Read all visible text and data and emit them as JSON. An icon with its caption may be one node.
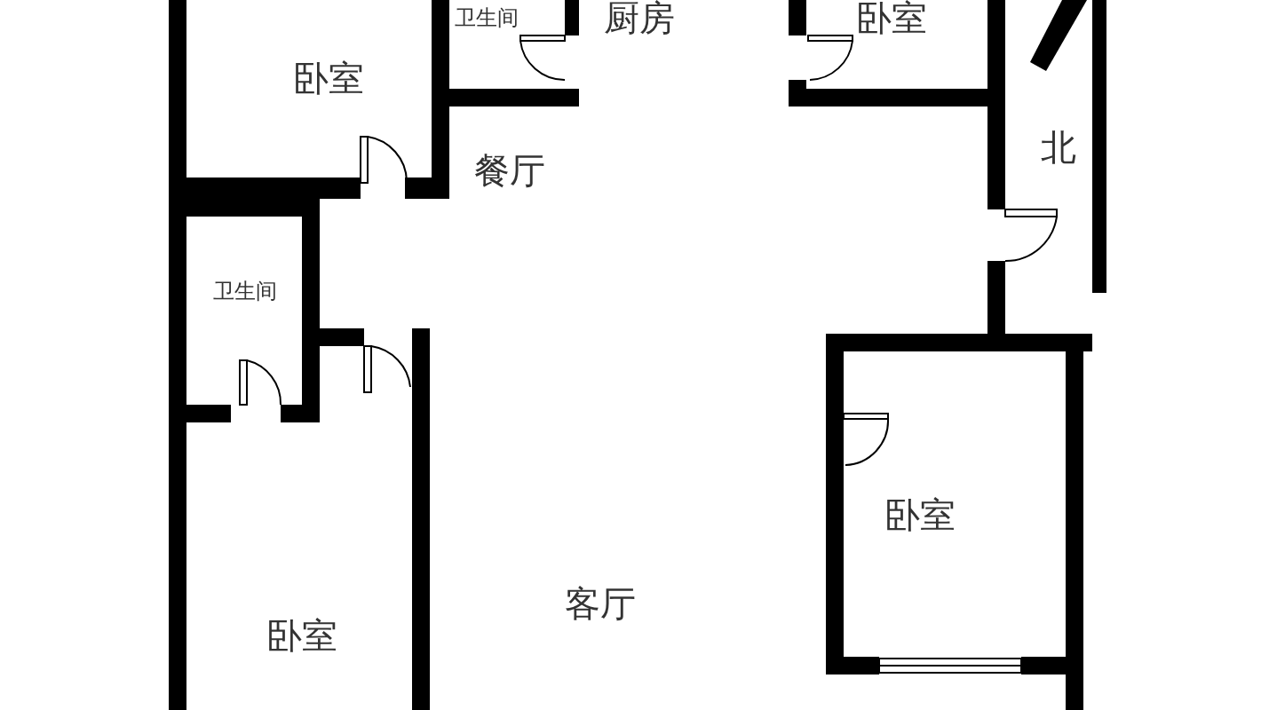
{
  "diagram": {
    "labels": [
      "厨房",
      "卧室",
      "卫生间",
      "卧室",
      "餐厅",
      "北",
      "卫生间",
      "卧室",
      "客厅",
      "卧室"
    ]
  }
}
